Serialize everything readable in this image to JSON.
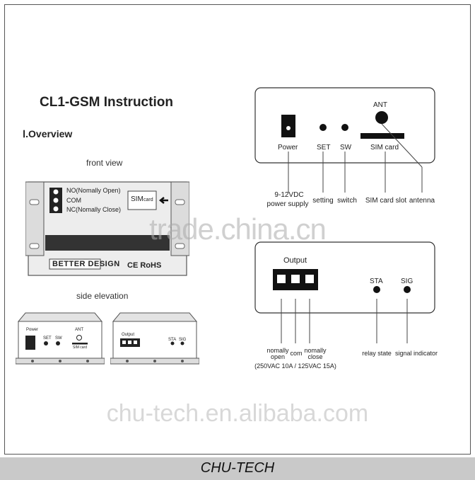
{
  "title": "CL1-GSM Instruction",
  "section": "Ⅰ.Overview",
  "front_view": {
    "caption": "front view",
    "terminal_labels": [
      "NO(Nomally Open)",
      "COM",
      "NC(Nomally Close)"
    ],
    "sim_label": "SIM",
    "sim_small": "card",
    "brand": "BETTER DESIGN",
    "cert": "CE RoHS"
  },
  "side_elevation": {
    "caption": "side elevation",
    "left_panel": {
      "power": "Power",
      "set": "SET",
      "sw": "SW",
      "ant": "ANT",
      "sim": "SIM card"
    },
    "right_panel": {
      "output": "Output",
      "sta": "STA",
      "sig": "SIG"
    }
  },
  "top_panel": {
    "power": "Power",
    "set": "SET",
    "sw": "SW",
    "ant": "ANT",
    "sim": "SIM card",
    "callouts": [
      "9-12VDC",
      "power  supply",
      "setting",
      "switch",
      "SIM card slot",
      "antenna"
    ]
  },
  "bottom_panel": {
    "output": "Output",
    "sta": "STA",
    "sig": "SIG",
    "callouts": [
      "nomally",
      "open",
      "com",
      "nomally",
      "close",
      "relay state",
      "signal indicator"
    ],
    "rating": "(250VAC 10A / 125VAC 15A)"
  },
  "watermarks": {
    "trade": "trade.china.cn",
    "site": "chu-tech.en.alibaba.com"
  },
  "footer": "CHU-TECH"
}
